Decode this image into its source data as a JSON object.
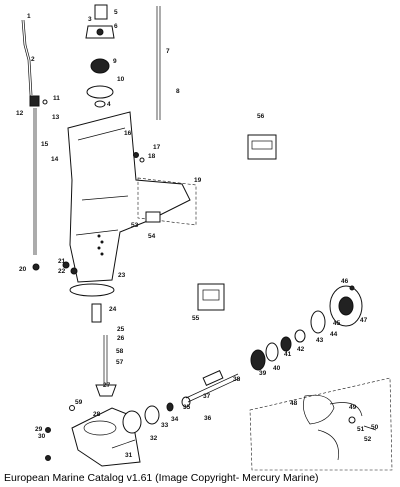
{
  "caption": "European Marine Catalog v1.61 (Image Copyright- Mercury Marine)",
  "callouts": [
    "1",
    "2",
    "3",
    "4",
    "5",
    "6",
    "7",
    "8",
    "9",
    "10",
    "11",
    "12",
    "13",
    "14",
    "15",
    "16",
    "17",
    "18",
    "19",
    "20",
    "21",
    "22",
    "23",
    "24",
    "25",
    "26",
    "27",
    "28",
    "29",
    "30",
    "31",
    "32",
    "33",
    "34",
    "35",
    "36",
    "37",
    "38",
    "39",
    "40",
    "41",
    "42",
    "43",
    "44",
    "45",
    "46",
    "47",
    "48",
    "49",
    "50",
    "51",
    "52",
    "53",
    "54",
    "55",
    "56",
    "57",
    "58",
    "59"
  ]
}
